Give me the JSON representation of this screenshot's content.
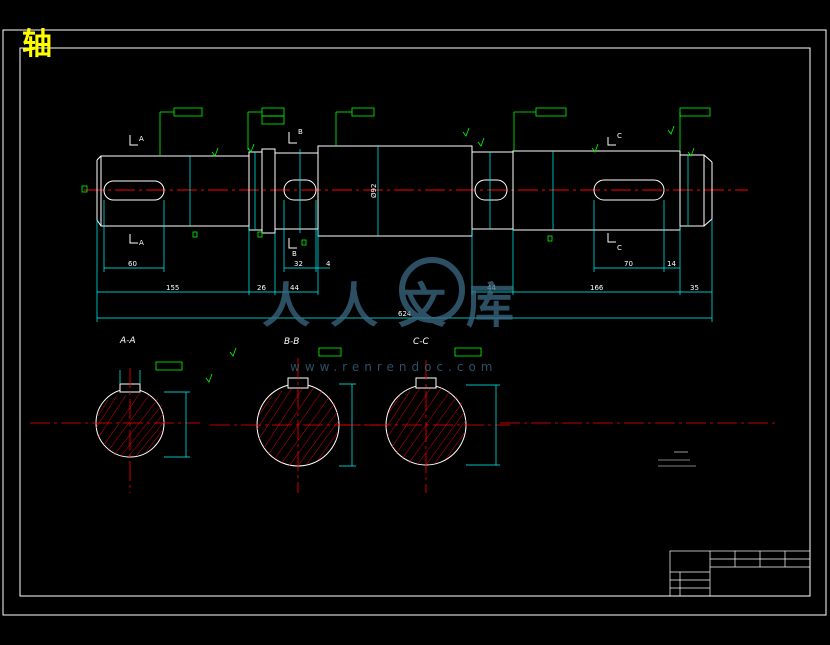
{
  "title_char": "轴",
  "watermark": {
    "cn": "人人文库",
    "url": "www.renrendoc.com"
  },
  "colors": {
    "background": "#000000",
    "border": "#ffffff",
    "outline": "#ffffff",
    "dimension": "#00ffff",
    "annotation": "#00ff00",
    "centerline": "#ff0000",
    "hatch": "#ff0000",
    "title_char": "#ffff00",
    "watermark": "#3c6a86"
  },
  "dimensions": {
    "key_len_left": "60",
    "len_155": "155",
    "len_26": "26",
    "len_44_mid": "44",
    "len_32": "32",
    "len_4": "4",
    "len_44_right": "44",
    "len_166": "166",
    "len_35": "35",
    "key_len_right": "70",
    "len_14": "14",
    "total_len": "624",
    "dia_92": "Ø92"
  },
  "sections": {
    "aa": "A-A",
    "bb": "B-B",
    "cc": "C-C"
  },
  "section_markers": {
    "a": "A",
    "b": "B",
    "c": "C"
  }
}
